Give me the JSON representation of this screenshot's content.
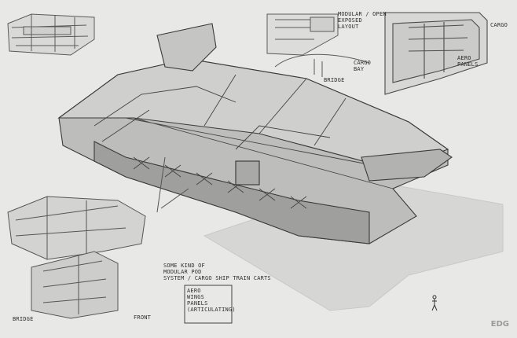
{
  "annotations": {
    "top_mid_layout": [
      "MODULAR / OPEN",
      "EXPOSED",
      "LAYOUT"
    ],
    "top_mid_bridge": "BRIDGE",
    "top_mid_cargo_bay": [
      "CARGO",
      "BAY"
    ],
    "top_right_cargo": "CARGO",
    "top_right_aero": [
      "AERO",
      "PANELS"
    ],
    "main_note": [
      "SOME KIND OF",
      "MODULAR POD",
      "SYSTEM / CARGO SHIP TRAIN CARTS"
    ],
    "aero_box": [
      "AERO",
      "WINGS",
      "PANELS",
      "(ARTICULATING)"
    ],
    "bridge": "BRIDGE",
    "front": "FRONT"
  },
  "signature": "EDG",
  "colors": {
    "paper": "#e8e8e6",
    "ink": "#3a3a3a",
    "shade": "#b9b9b9"
  }
}
